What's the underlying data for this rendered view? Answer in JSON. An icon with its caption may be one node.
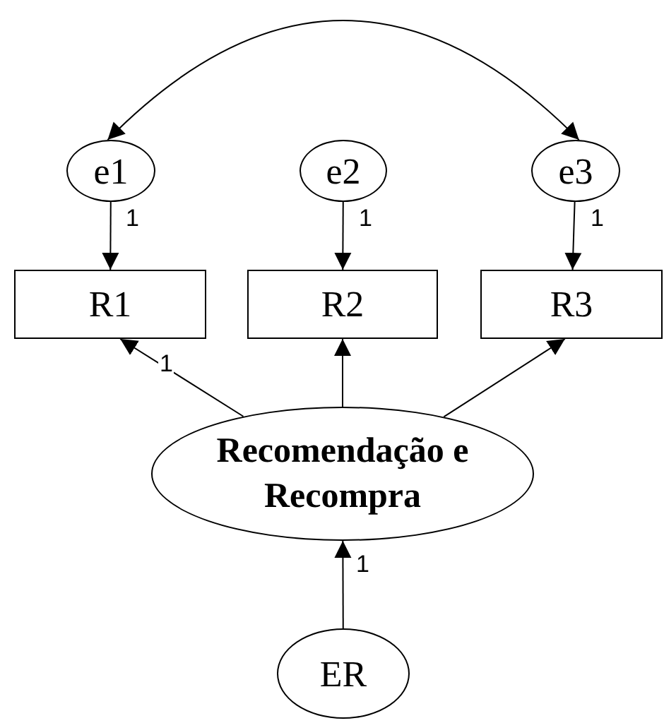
{
  "diagram": {
    "nodes": [
      {
        "text": [
          "e1"
        ]
      },
      {
        "text": [
          "e2"
        ]
      },
      {
        "text": [
          "e3"
        ]
      },
      {
        "text": [
          "R1"
        ]
      },
      {
        "text": [
          "R2"
        ]
      },
      {
        "text": [
          "R3"
        ]
      },
      {
        "text": [
          "Recomendação e Recompra"
        ]
      },
      {
        "text": [
          "ER"
        ]
      }
    ],
    "edges": [
      {
        "from": 0,
        "to": 2,
        "arrow": "both"
      },
      {
        "from": 0,
        "to": 3,
        "arrow": "to",
        "label": "1"
      },
      {
        "from": 1,
        "to": 4,
        "arrow": "to",
        "label": "1"
      },
      {
        "from": 2,
        "to": 5,
        "arrow": "to",
        "label": "1"
      },
      {
        "from": 6,
        "to": 3,
        "arrow": "to",
        "label": "1"
      },
      {
        "from": 6,
        "to": 4,
        "arrow": "to"
      },
      {
        "from": 6,
        "to": 5,
        "arrow": "to"
      },
      {
        "from": 7,
        "to": 6,
        "arrow": "to",
        "label": "1"
      }
    ]
  }
}
